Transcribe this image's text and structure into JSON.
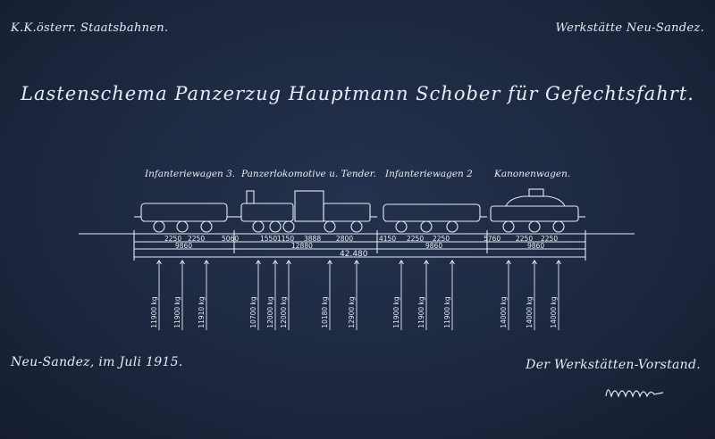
{
  "header": {
    "organization": "K.K.österr. Staatsbahnen.",
    "workshop": "Werkstätte Neu-Sandez."
  },
  "title": "Lastenschema Panzerzug Hauptmann Schober für Gefechtsfahrt.",
  "vehicles": [
    {
      "label": "Infanteriewagen 3."
    },
    {
      "label": "Panzerlokomotive u. Tender."
    },
    {
      "label": "Infanteriewagen 2"
    },
    {
      "label": "Kanonenwagen."
    }
  ],
  "dimensions": {
    "row1": [
      "2250",
      "2250",
      "5060",
      "1550",
      "1150",
      "3888",
      "2800",
      "4150",
      "2250",
      "2250",
      "5760",
      "2250",
      "2250"
    ],
    "row2": [
      "9860",
      "12880",
      "9860",
      "9860"
    ],
    "total": "42.480"
  },
  "axle_loads": [
    "11900 kg",
    "11900 kg",
    "11910 kg",
    "10700 kg",
    "12000 kg",
    "12000 kg",
    "10180 kg",
    "12900 kg",
    "11900 kg",
    "11900 kg",
    "11900 kg",
    "14000 kg",
    "14000 kg",
    "14000 kg"
  ],
  "footer": {
    "place_date": "Neu-Sandez, im Juli 1915.",
    "authority": "Der Werkstätten-Vorstand."
  }
}
